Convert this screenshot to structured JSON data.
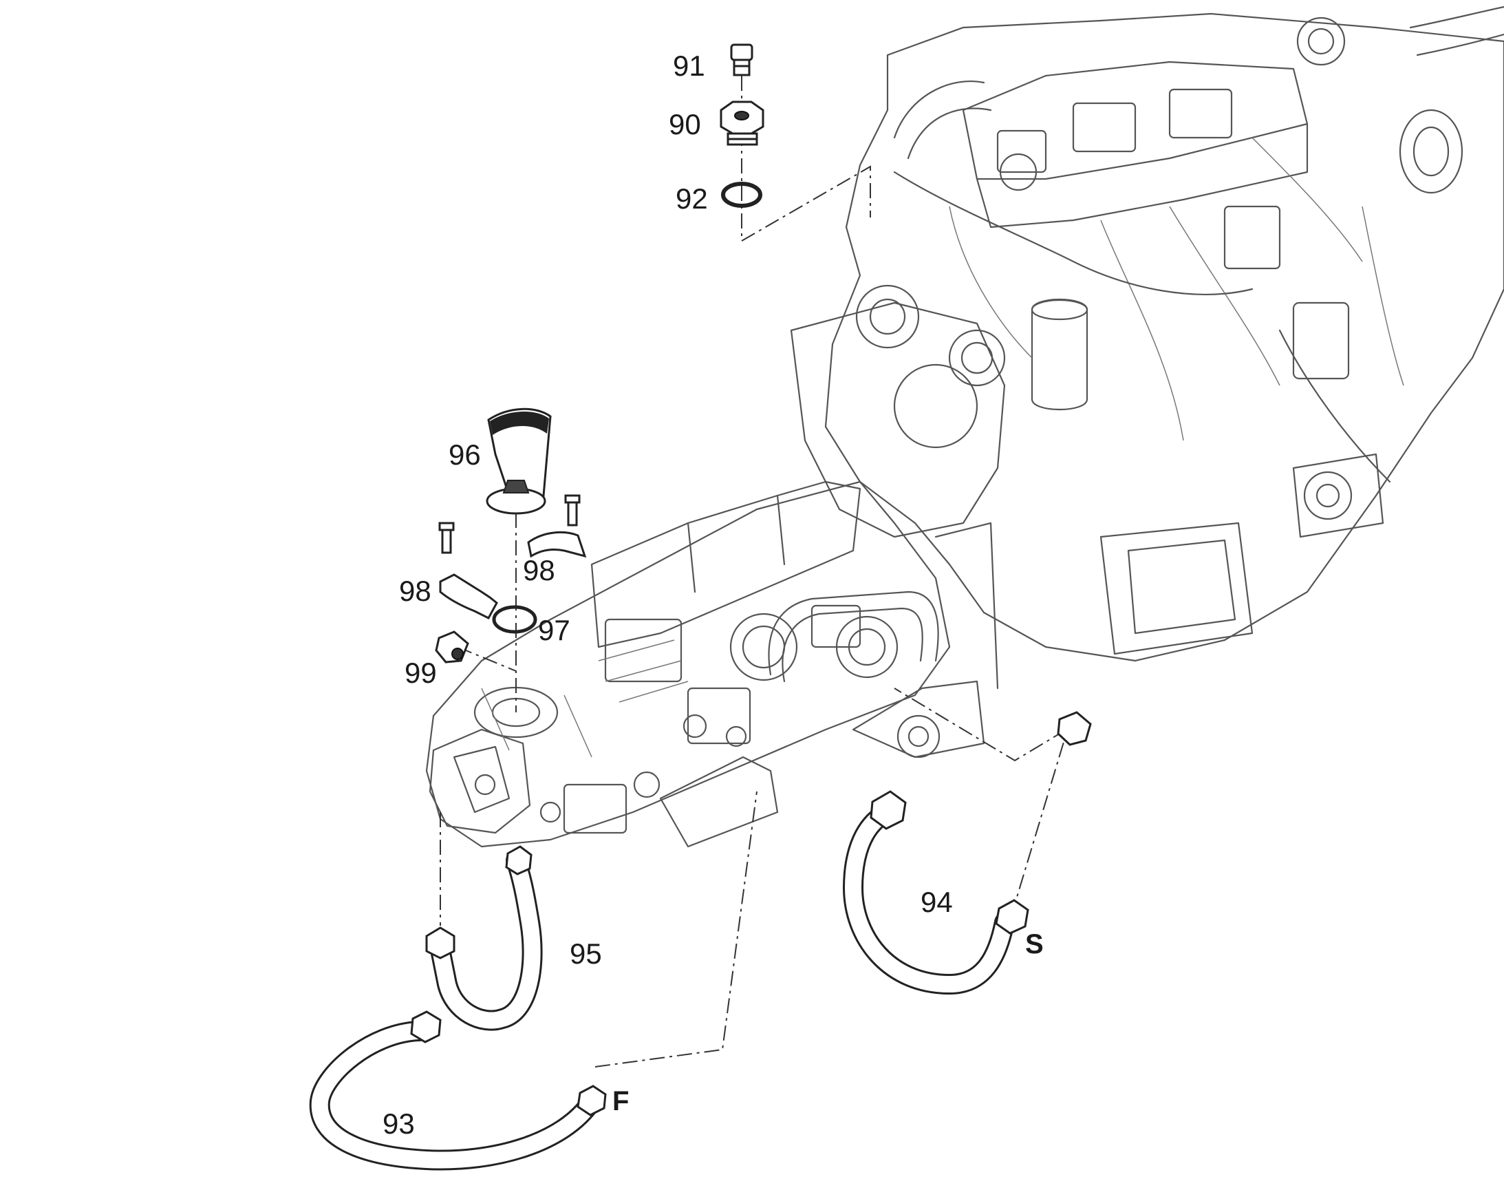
{
  "callouts": {
    "c90": "90",
    "c91": "91",
    "c92": "92",
    "c93": "93",
    "c94": "94",
    "c95": "95",
    "c96": "96",
    "c97": "97",
    "c98a": "98",
    "c98b": "98",
    "c99": "99"
  },
  "port_labels": {
    "s": "S",
    "f": "F"
  }
}
